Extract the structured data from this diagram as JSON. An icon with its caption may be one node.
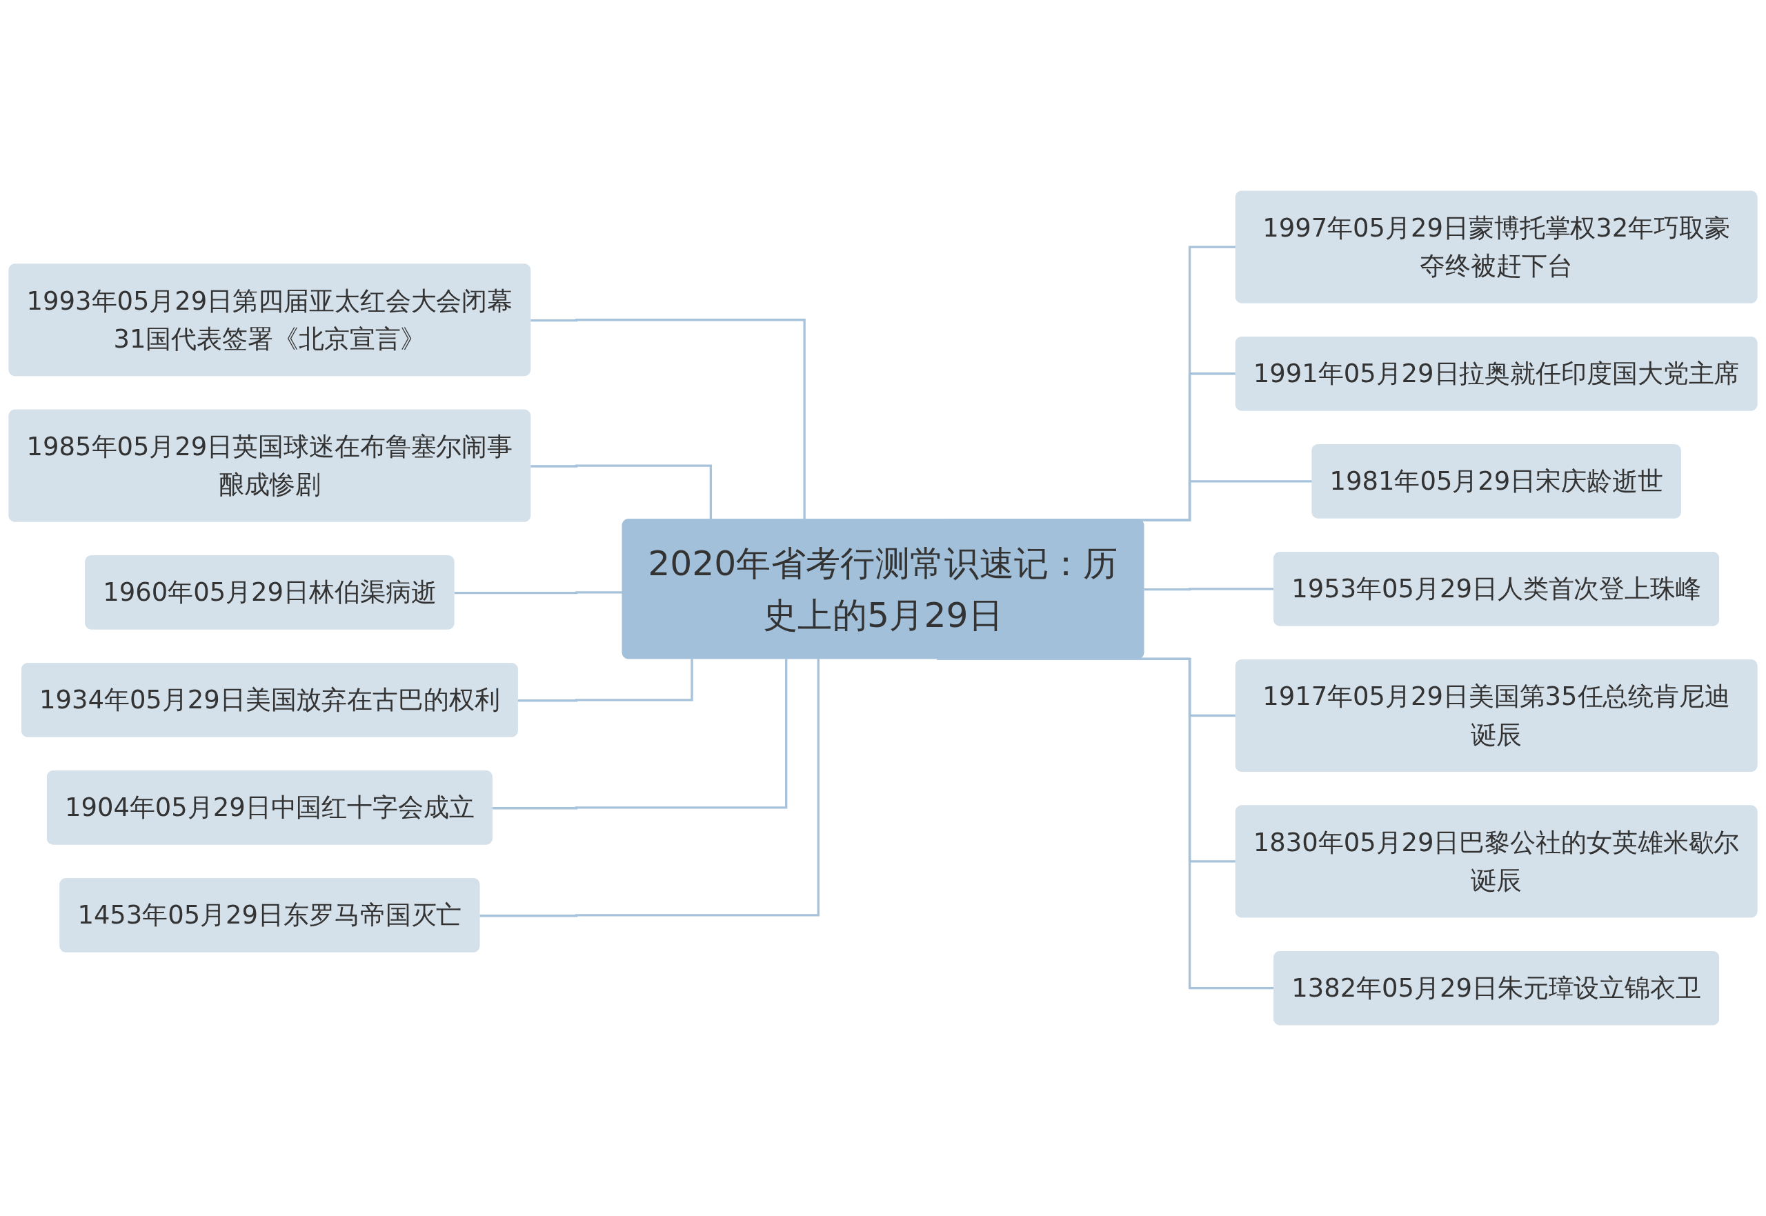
{
  "diagram": {
    "nodes": [
      {
        "text": [
          "2020年省考行测常识速记：历史上的5月29日"
        ]
      },
      {
        "text": [
          "1993年05月29日第四届亚太红会大会闭幕31国代表签署《北京宣言》"
        ]
      },
      {
        "text": [
          "1985年05月29日英国球迷在布鲁塞尔闹事酿成惨剧"
        ]
      },
      {
        "text": [
          "1960年05月29日林伯渠病逝"
        ]
      },
      {
        "text": [
          "1934年05月29日美国放弃在古巴的权利"
        ]
      },
      {
        "text": [
          "1904年05月29日中国红十字会成立"
        ]
      },
      {
        "text": [
          "1453年05月29日东罗马帝国灭亡"
        ]
      },
      {
        "text": [
          "1997年05月29日蒙博托掌权32年巧取豪夺终被赶下台"
        ]
      },
      {
        "text": [
          "1991年05月29日拉奥就任印度国大党主席"
        ]
      },
      {
        "text": [
          "1981年05月29日宋庆龄逝世"
        ]
      },
      {
        "text": [
          "1953年05月29日人类首次登上珠峰"
        ]
      },
      {
        "text": [
          "1917年05月29日美国第35任总统肯尼迪诞辰"
        ]
      },
      {
        "text": [
          "1830年05月29日巴黎公社的女英雄米歇尔诞辰"
        ]
      },
      {
        "text": [
          "1382年05月29日朱元璋设立锦衣卫"
        ]
      }
    ],
    "edges": [
      {
        "from": 1,
        "to": 0,
        "arrow": "none"
      },
      {
        "from": 2,
        "to": 0,
        "arrow": "none"
      },
      {
        "from": 3,
        "to": 0,
        "arrow": "none"
      },
      {
        "from": 4,
        "to": 0,
        "arrow": "none"
      },
      {
        "from": 5,
        "to": 0,
        "arrow": "none"
      },
      {
        "from": 6,
        "to": 0,
        "arrow": "none"
      },
      {
        "from": 0,
        "to": 7,
        "arrow": "none"
      },
      {
        "from": 0,
        "to": 8,
        "arrow": "none"
      },
      {
        "from": 0,
        "to": 9,
        "arrow": "none"
      },
      {
        "from": 0,
        "to": 10,
        "arrow": "none"
      },
      {
        "from": 0,
        "to": 11,
        "arrow": "none"
      },
      {
        "from": 0,
        "to": 12,
        "arrow": "none"
      },
      {
        "from": 0,
        "to": 13,
        "arrow": "none"
      }
    ]
  }
}
